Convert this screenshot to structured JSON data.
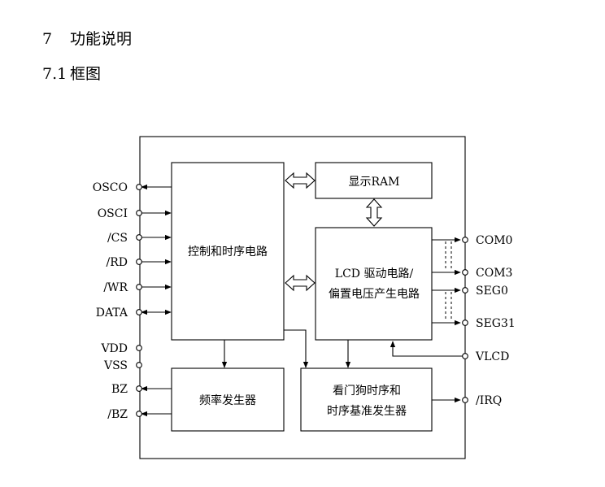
{
  "headings": {
    "section": {
      "number": "7",
      "title": "功能说明"
    },
    "subsection": {
      "number": "7.1",
      "title": "框图"
    }
  },
  "blocks": {
    "control": "控制和时序电路",
    "ram": "显示RAM",
    "lcd_line1": "LCD 驱动电路/",
    "lcd_line2": "偏置电压产生电路",
    "freq": "频率发生器",
    "watchdog_line1": "看门狗时序和",
    "watchdog_line2": "时序基准发生器"
  },
  "pins_left": [
    "OSCO",
    "OSCI",
    "/CS",
    "/RD",
    "/WR",
    "DATA",
    "VDD",
    "VSS",
    "BZ",
    "/BZ"
  ],
  "pins_right": [
    "COM0",
    "COM3",
    "SEG0",
    "SEG31",
    "VLCD",
    "/IRQ"
  ]
}
